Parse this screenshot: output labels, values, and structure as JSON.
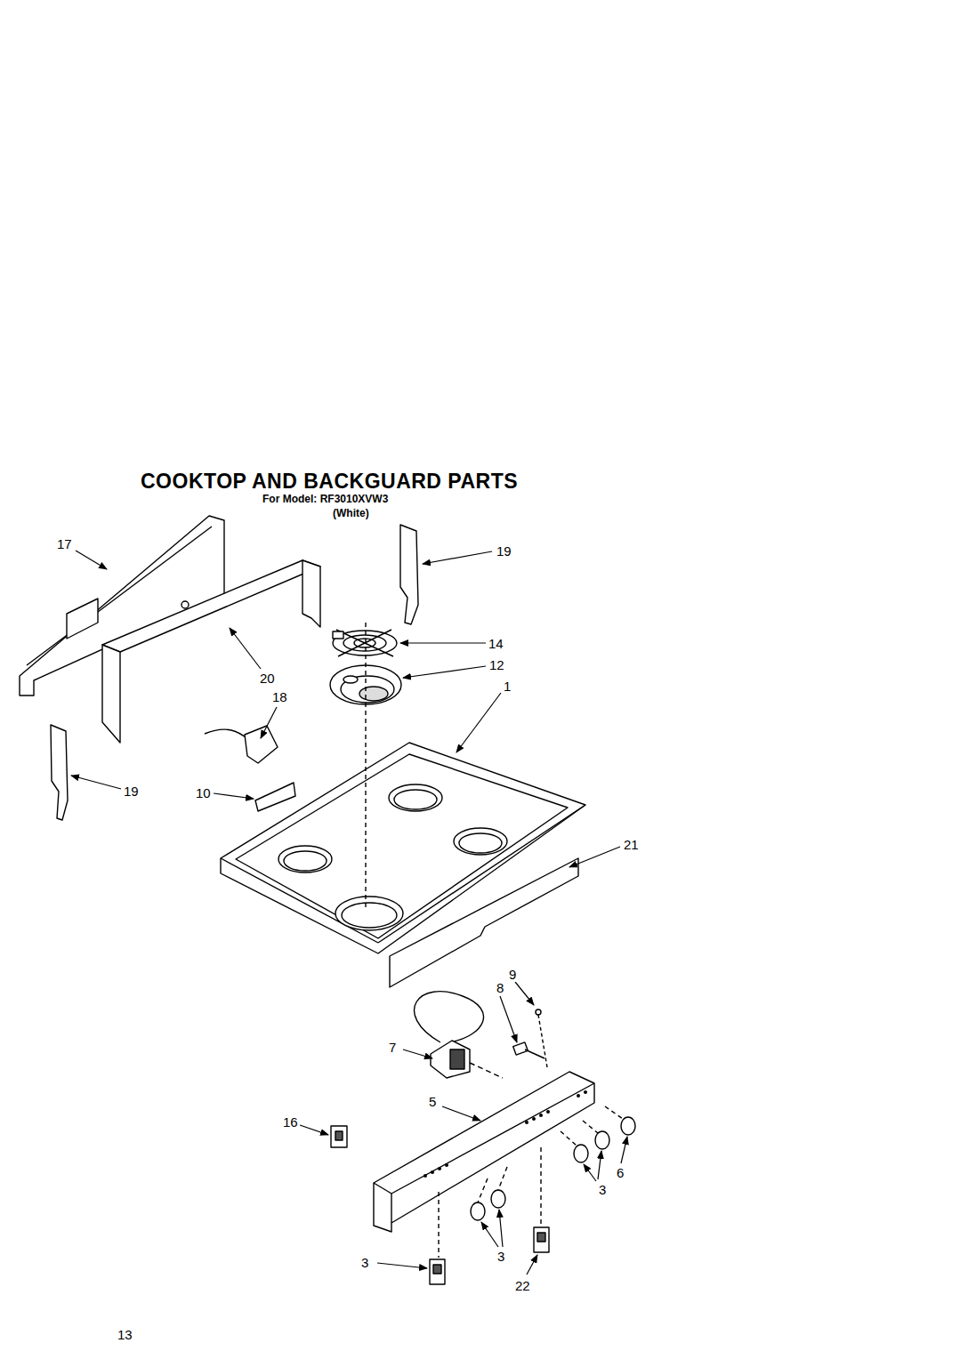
{
  "diagram": {
    "title": "COOKTOP AND BACKGUARD PARTS",
    "labels": [
      "For Model: RF3010XVW3",
      "(White)",
      "17",
      "19",
      "14",
      "12",
      "1",
      "20",
      "18",
      "19",
      "10",
      "21",
      "9",
      "8",
      "7",
      "5",
      "16",
      "6",
      "3",
      "3",
      "3",
      "22",
      "13"
    ]
  }
}
